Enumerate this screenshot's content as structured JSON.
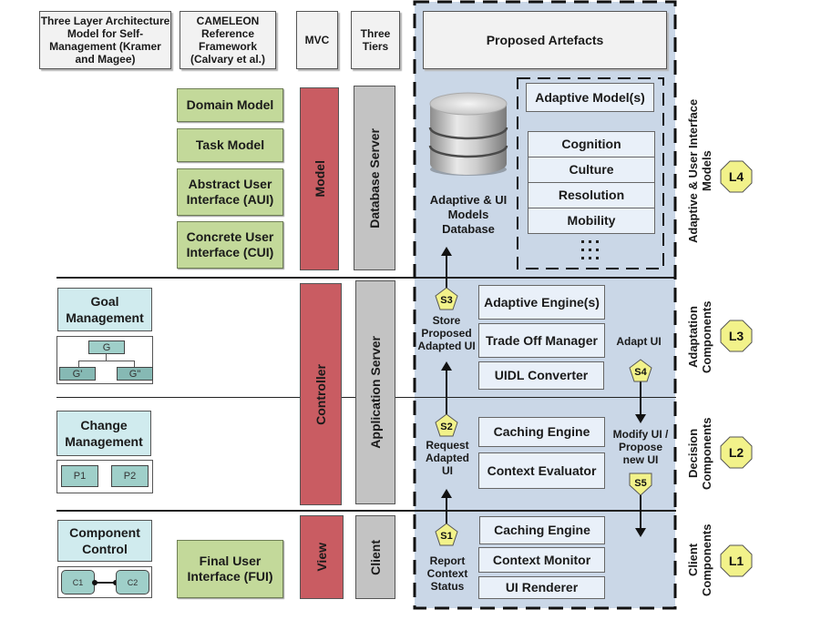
{
  "headers": {
    "three_layer": "Three Layer Architecture Model for Self-Management (Kramer and Magee)",
    "cameleon": "CAMELEON Reference Framework (Calvary et al.)",
    "mvc": "MVC",
    "three_tiers": "Three Tiers",
    "proposed": "Proposed Artefacts"
  },
  "cameleon_models": [
    "Domain Model",
    "Task Model",
    "Abstract User Interface (AUI)",
    "Concrete User Interface (CUI)",
    "Final User Interface (FUI)"
  ],
  "mvc": {
    "model": "Model",
    "controller": "Controller",
    "view": "View"
  },
  "tiers": {
    "database": "Database Server",
    "application": "Application Server",
    "client": "Client"
  },
  "kramer": {
    "goal": {
      "title": "Goal Management",
      "nodes": [
        "G",
        "G'",
        "G\""
      ]
    },
    "change": {
      "title": "Change Management",
      "nodes": [
        "P1",
        "P2"
      ]
    },
    "component": {
      "title": "Component Control",
      "nodes": [
        "C1",
        "C2"
      ]
    }
  },
  "database": {
    "label": "Adaptive & UI Models Database",
    "icon": "database-icon"
  },
  "adaptive_models": {
    "title": "Adaptive Model(s)",
    "items": [
      "Cognition",
      "Culture",
      "Resolution",
      "Mobility"
    ],
    "more": "⋮⋮⋮"
  },
  "adaptation_components": [
    "Adaptive Engine(s)",
    "Trade Off Manager",
    "UIDL Converter"
  ],
  "decision_components": [
    "Caching Engine",
    "Context Evaluator"
  ],
  "client_components": [
    "Caching Engine",
    "Context Monitor",
    "UI Renderer"
  ],
  "steps": {
    "s1": {
      "badge": "S1",
      "text": "Report Context Status"
    },
    "s2": {
      "badge": "S2",
      "text": "Request Adapted UI"
    },
    "s3": {
      "badge": "S3",
      "text": "Store Proposed Adapted UI"
    },
    "s4": {
      "badge": "S4",
      "text": "Adapt UI"
    },
    "s5": {
      "badge": "S5",
      "text": "Modify UI / Propose new UI"
    }
  },
  "layers": [
    {
      "badge": "L4",
      "label": "Adaptive & User Interface Models"
    },
    {
      "badge": "L3",
      "label": "Adaptation Components"
    },
    {
      "badge": "L2",
      "label": "Decision Components"
    },
    {
      "badge": "L1",
      "label": "Client Components"
    }
  ],
  "colors": {
    "cameleon_green": "#c3d99a",
    "mvc_red": "#c95c62",
    "tier_grey": "#c3c3c3",
    "kramer_cyan": "#d0ebee",
    "proposed_blue": "#cad7e7",
    "badge_yellow": "#f2f28a"
  }
}
